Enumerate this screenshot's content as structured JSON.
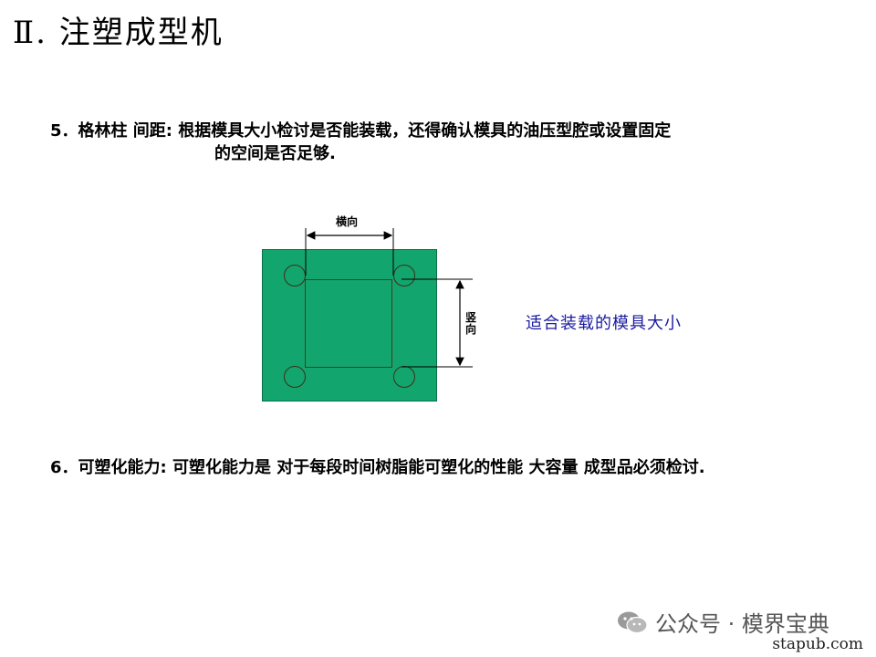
{
  "title": "Ⅱ. 注塑成型机",
  "item5": {
    "lead": "5．格林柱 间距: 根据模具大小检讨是否能装载，还得确认模具的油压型腔或设置固定",
    "cont": "的空间是否足够."
  },
  "diagram": {
    "label_horizontal": "横向",
    "label_vertical": "竖向",
    "caption": "适合装载的模具大小",
    "colors": {
      "plate": "#13a56e",
      "caption": "#1a1aa0"
    }
  },
  "item6": "6．可塑化能力: 可塑化能力是 对于每段时间树脂能可塑化的性能  大容量 成型品必须检讨.",
  "watermark": "公众号 · 模界宝典",
  "source": "stapub.com"
}
